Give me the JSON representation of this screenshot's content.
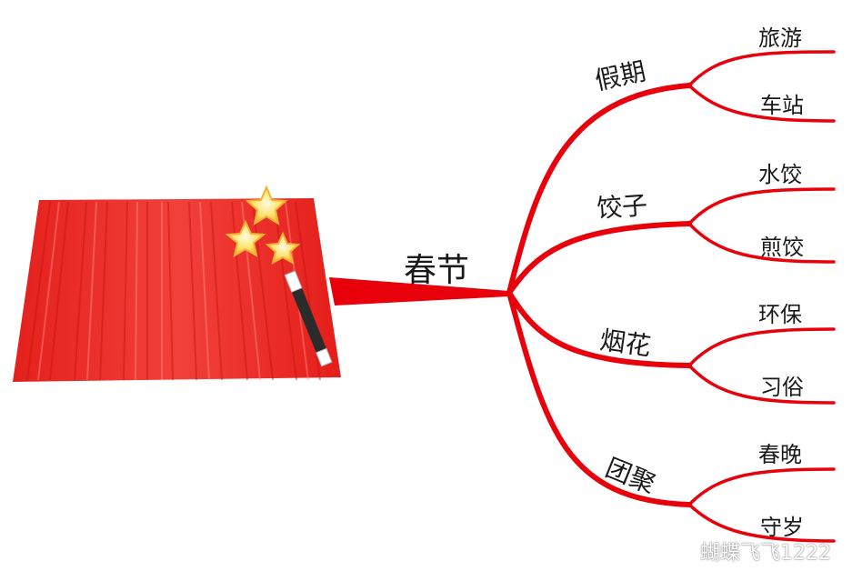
{
  "mindmap": {
    "center": {
      "label": "春节",
      "icon": "curtain-with-magic-wand-icon"
    },
    "branches": [
      {
        "label": "假期",
        "children": [
          "旅游",
          "车站"
        ]
      },
      {
        "label": "饺子",
        "children": [
          "水饺",
          "煎饺"
        ]
      },
      {
        "label": "烟花",
        "children": [
          "环保",
          "习俗"
        ]
      },
      {
        "label": "团聚",
        "children": [
          "春晚",
          "守岁"
        ]
      }
    ]
  },
  "colors": {
    "branch": "#e8000b",
    "curtain": "#e8231f",
    "star": "#ffe066"
  },
  "watermark": {
    "text": "蝴蝶飞飞1222",
    "icon": "weibo-icon"
  }
}
